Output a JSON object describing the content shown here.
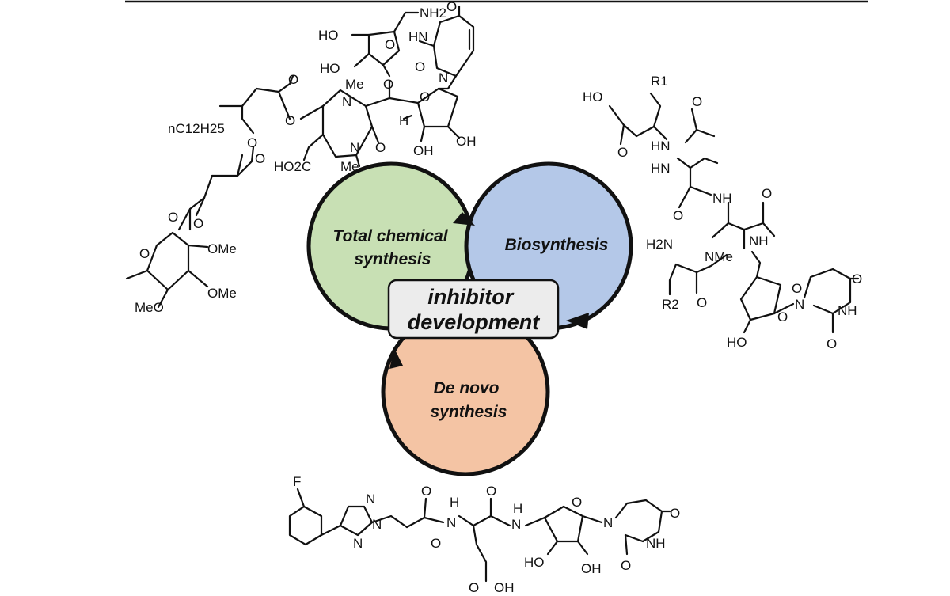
{
  "colors": {
    "total_synthesis_fill": "#c8e0b4",
    "biosynthesis_fill": "#b4c8e8",
    "de_novo_fill": "#f4c4a4",
    "center_box_fill": "#ececec",
    "stroke": "#111111"
  },
  "cycle": {
    "total_synthesis": [
      "Total chemical",
      "synthesis"
    ],
    "biosynthesis": "Biosynthesis",
    "de_novo": [
      "De novo",
      "synthesis"
    ],
    "center": [
      "inhibitor",
      "development"
    ]
  },
  "molecules": {
    "top_left": {
      "labels": [
        "NH2",
        "HO",
        "HO",
        "O",
        "HN",
        "O",
        "N",
        "O",
        "O",
        "Me",
        "N",
        "O",
        "O",
        "O",
        "H",
        "nC12H25",
        "N",
        "O",
        "HO2C",
        "Me",
        "OH",
        "OH",
        "O",
        "O",
        "O",
        "O",
        "O",
        "OMe",
        "OMe",
        "MeO"
      ]
    },
    "top_right": {
      "labels": [
        "R1",
        "HO",
        "O",
        "O",
        "HN",
        "HN",
        "O",
        "NH",
        "O",
        "O",
        "NH",
        "H2N",
        "NMe",
        "O",
        "R2",
        "O",
        "O",
        "N",
        "NH",
        "HO",
        "O"
      ]
    },
    "bottom": {
      "labels": [
        "F",
        "N",
        "N",
        "N",
        "O",
        "N",
        "O",
        "H",
        "O",
        "N",
        "H",
        "O",
        "N",
        "O",
        "NH",
        "HO",
        "OH",
        "O",
        "O",
        "OH"
      ]
    }
  }
}
